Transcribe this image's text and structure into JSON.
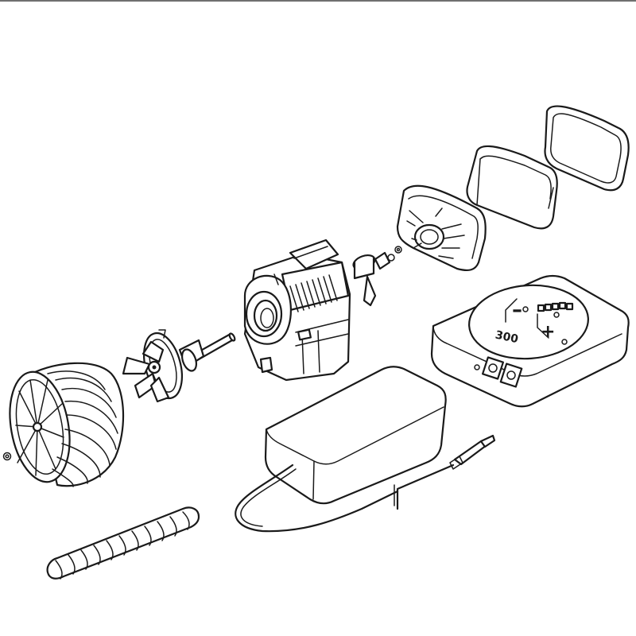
{
  "diagram": {
    "stroke_color": "#1a1a1a",
    "background": "#ffffff",
    "controller_labels": {
      "minus": "–",
      "plus": "+",
      "model": "300"
    },
    "parts": [
      "strainer-cage",
      "impeller",
      "pump-housing",
      "shaft-holder",
      "magnet-mount",
      "magnet-pad",
      "suction-cup-ring",
      "controller",
      "power-adapter",
      "spiral-cable-wrap"
    ]
  }
}
